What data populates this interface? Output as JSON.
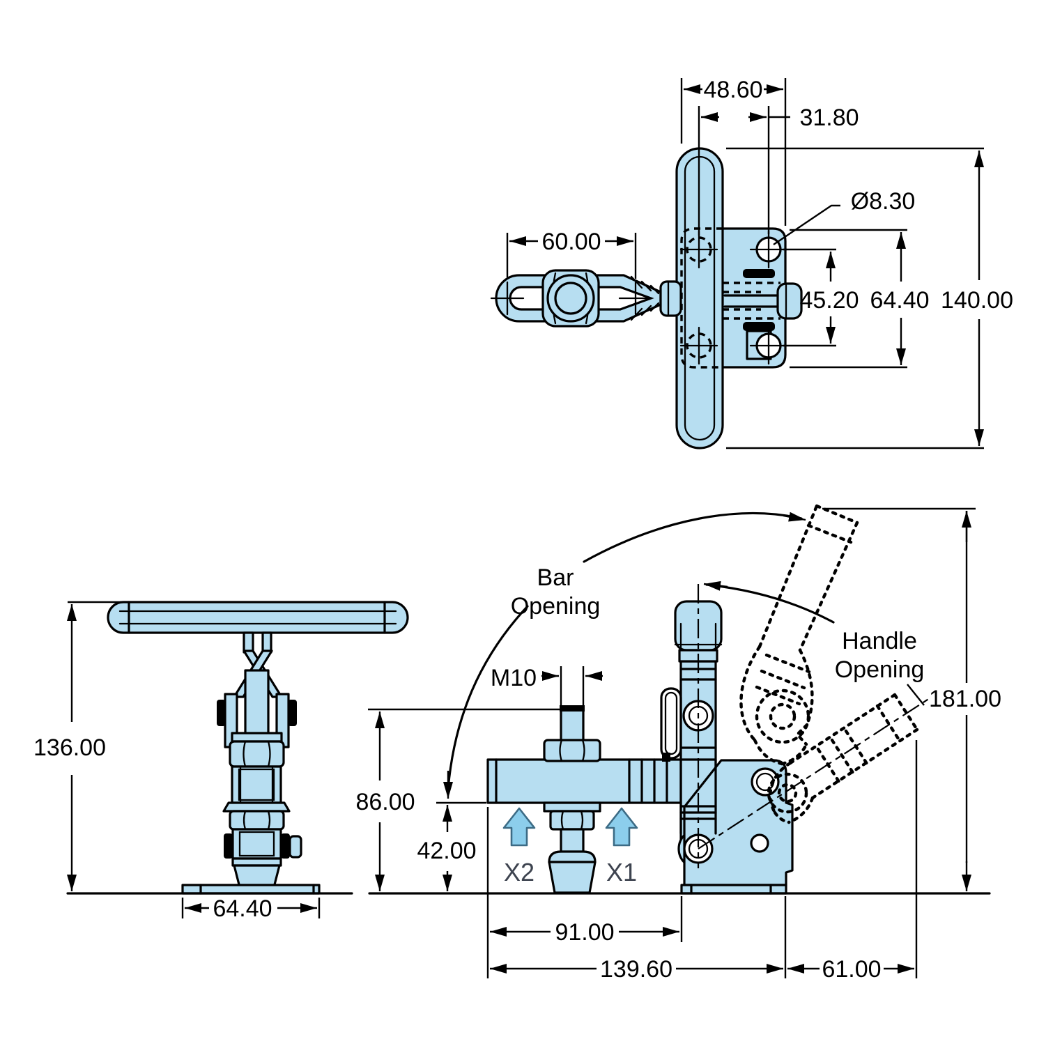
{
  "colors": {
    "part_fill": "#b7def1",
    "arrow_fill": "#8cceec",
    "arrow_stroke": "#3c6b85",
    "line": "#000000",
    "label_text": "#3d434f"
  },
  "dimensions": {
    "top": {
      "overall_width": "48.60",
      "hole_spacing_x": "31.80",
      "hole_diameter": "Ø8.30",
      "bar_hole_spacing": "60.00",
      "hole_spacing_y": "45.20",
      "plate_height": "64.40",
      "handle_length": "140.00"
    },
    "front": {
      "overall_height": "136.00",
      "base_width": "64.40"
    },
    "side": {
      "spindle_thread": "M10",
      "spindle_height": "86.00",
      "bar_underside_height": "42.00",
      "bar_reach": "91.00",
      "overall_length": "139.60",
      "handle_offset": "61.00",
      "handle_open_height": "181.00"
    },
    "annotations": {
      "bar_opening_line1": "Bar",
      "bar_opening_line2": "Opening",
      "handle_opening_line1": "Handle",
      "handle_opening_line2": "Opening",
      "spindle_pos_1": "X1",
      "spindle_pos_2": "X2"
    }
  }
}
